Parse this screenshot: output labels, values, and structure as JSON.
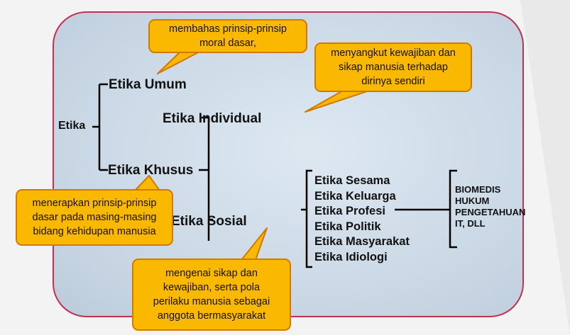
{
  "nodes": {
    "root": "Etika",
    "umum": "Etika Umum",
    "khusus": "Etika Khusus",
    "individual": "Etika Individual",
    "sosial": "Etika Sosial"
  },
  "social_branches": [
    "Etika Sesama",
    "Etika Keluarga",
    "Etika Profesi",
    "Etika Politik",
    "Etika Masyarakat",
    "Etika Idiologi"
  ],
  "profession_fields": [
    "BIOMEDIS",
    "HUKUM",
    "PENGETAHUAN",
    "IT, DLL"
  ],
  "callouts": {
    "umum": "membahas prinsip-prinsip moral dasar,",
    "individual": "menyangkut kewajiban dan sikap manusia terhadap dirinya sendiri",
    "khusus": "menerapkan prinsip-prinsip dasar pada masing-masing bidang kehidupan manusia",
    "sosial": "mengenai sikap dan kewajiban, serta pola perilaku manusia sebagai anggota bermasyarakat"
  },
  "colors": {
    "callout_fill": "#fbb800",
    "callout_border": "#d07a00",
    "frame_border": "#c2314e",
    "panel": "#c8d6e4"
  }
}
